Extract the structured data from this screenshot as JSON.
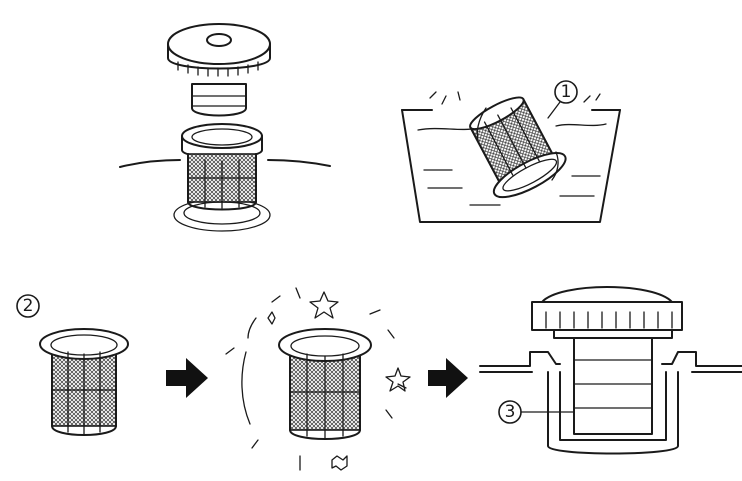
{
  "steps": {
    "step1": {
      "label": "1"
    },
    "step2": {
      "label": "2"
    },
    "step3": {
      "label": "3"
    }
  },
  "icons": {
    "arrow_left": "right-arrow-icon",
    "arrow_right": "right-arrow-icon",
    "sparkle": "star-icon"
  },
  "colors": {
    "line": "#1a1a1a",
    "background": "#ffffff"
  }
}
